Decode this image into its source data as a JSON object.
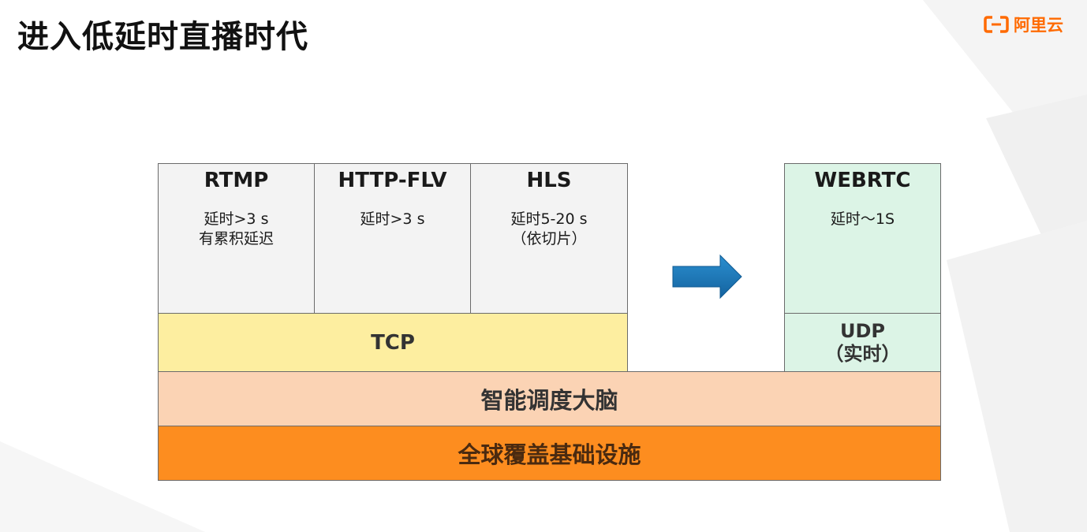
{
  "page": {
    "title": "进入低延时直播时代"
  },
  "logo": {
    "text": "阿里云",
    "icon": "aliyun-logo-icon",
    "color": "#ff6a00"
  },
  "protocols": [
    {
      "name": "RTMP",
      "desc": "延时>3 s\n有累积延迟"
    },
    {
      "name": "HTTP-FLV",
      "desc": "延时>3 s"
    },
    {
      "name": "HLS",
      "desc": "延时5-20 s\n（依切片）"
    }
  ],
  "webrtc": {
    "name": "WEBRTC",
    "desc": "延时～1S"
  },
  "transport": {
    "tcp": "TCP",
    "udp_line1": "UDP",
    "udp_line2": "（实时）"
  },
  "layers": {
    "brain": "智能调度大脑",
    "infra": "全球覆盖基础设施"
  },
  "arrow": {
    "icon": "right-arrow-icon",
    "color": "#1f77b4"
  },
  "colors": {
    "protocol_bg": "#f3f3f3",
    "webrtc_bg": "#dcf4e6",
    "tcp_bg": "#fdeea0",
    "brain_bg": "#fbd3b4",
    "infra_bg": "#fd8d1f"
  }
}
